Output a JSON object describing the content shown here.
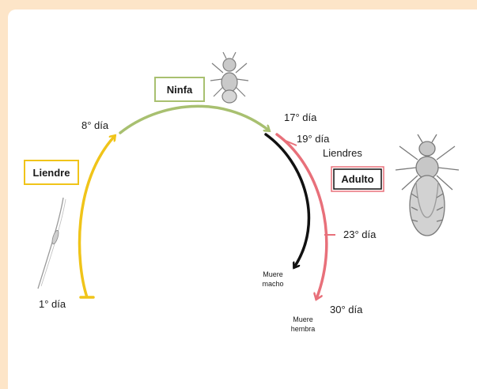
{
  "colors": {
    "background": "#fde5c8",
    "panel": "#ffffff",
    "liendre_stage": "#f0c419",
    "ninfa_stage": "#a8c070",
    "adult_stage": "#e8707a",
    "male_line": "#111111"
  },
  "stages": {
    "liendre": "Liendre",
    "ninfa": "Ninfa",
    "adulto": "Adulto"
  },
  "days": {
    "d1": "1° día",
    "d8": "8° día",
    "d17": "17° día",
    "d19": "19° día",
    "d23": "23° día",
    "d30": "30° día"
  },
  "notes": {
    "liendres": "Liendres",
    "muere_macho_1": "Muere",
    "muere_macho_2": "macho",
    "muere_hembra_1": "Muere",
    "muere_hembra_2": "hembra"
  },
  "icons": [
    "nit-icon",
    "nymph-louse-icon",
    "adult-louse-icon"
  ]
}
